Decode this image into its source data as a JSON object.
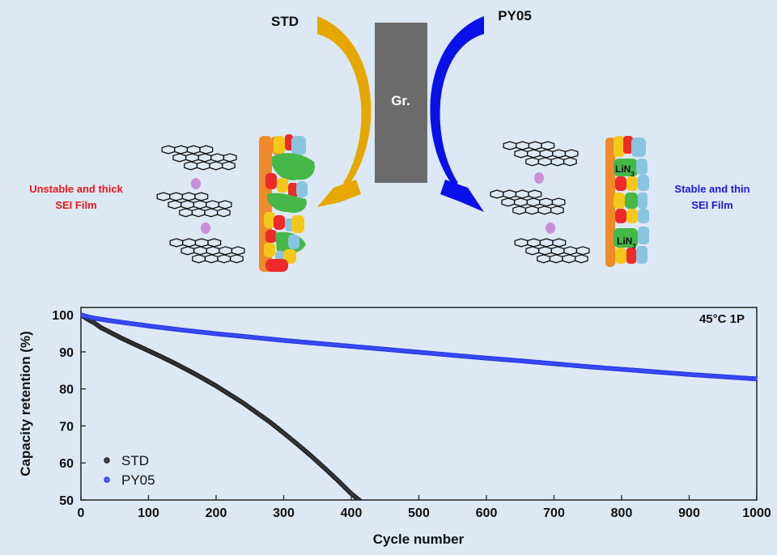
{
  "schematic": {
    "std_label": "STD",
    "py05_label": "PY05",
    "electrode_label": "Gr.",
    "left_caption_line1": "Unstable and thick",
    "left_caption_line2": "SEI Film",
    "right_caption_line1": "Stable and thin",
    "right_caption_line2": "SEI Film",
    "lin3_label": "LiN",
    "lin3_subscript": "3",
    "colors": {
      "std_arrow": "#e6a800",
      "py05_arrow": "#0a10e8",
      "electrode": "#6b6b6b",
      "left_caption": "#e81919",
      "right_caption": "#1a1adc",
      "ion": "#c98fd6"
    }
  },
  "chart_data": {
    "type": "scatter",
    "annotation": "45°C 1P",
    "xlabel": "Cycle number",
    "ylabel": "Capacity retention (%)",
    "xlim": [
      0,
      1000
    ],
    "ylim": [
      50,
      102
    ],
    "xticks": [
      0,
      100,
      200,
      300,
      400,
      500,
      600,
      700,
      800,
      900,
      1000
    ],
    "yticks": [
      50,
      60,
      70,
      80,
      90,
      100
    ],
    "legend_placement": "bottom-left",
    "grid": false,
    "series": [
      {
        "name": "STD",
        "color": "#111111",
        "x": [
          0,
          10,
          20,
          30,
          40,
          60,
          80,
          100,
          120,
          140,
          160,
          180,
          200,
          220,
          240,
          260,
          280,
          300,
          320,
          340,
          360,
          380,
          400,
          415
        ],
        "y": [
          100,
          98.8,
          97.8,
          96.5,
          95.6,
          93.7,
          92.0,
          90.3,
          88.6,
          86.8,
          84.9,
          82.9,
          80.8,
          78.5,
          76.2,
          73.6,
          71.0,
          68.1,
          65.1,
          62.0,
          58.7,
          55.3,
          51.7,
          49.5
        ]
      },
      {
        "name": "PY05",
        "color": "#2222ee",
        "x": [
          0,
          10,
          20,
          30,
          40,
          60,
          80,
          100,
          150,
          200,
          250,
          300,
          350,
          400,
          450,
          500,
          550,
          600,
          650,
          700,
          750,
          800,
          850,
          900,
          950,
          1000
        ],
        "y": [
          100,
          99.5,
          99.1,
          98.8,
          98.5,
          98.0,
          97.5,
          97.0,
          95.9,
          94.9,
          94.0,
          93.1,
          92.3,
          91.5,
          90.7,
          89.9,
          89.1,
          88.3,
          87.6,
          86.8,
          86.0,
          85.3,
          84.6,
          83.9,
          83.3,
          82.7
        ]
      }
    ]
  }
}
